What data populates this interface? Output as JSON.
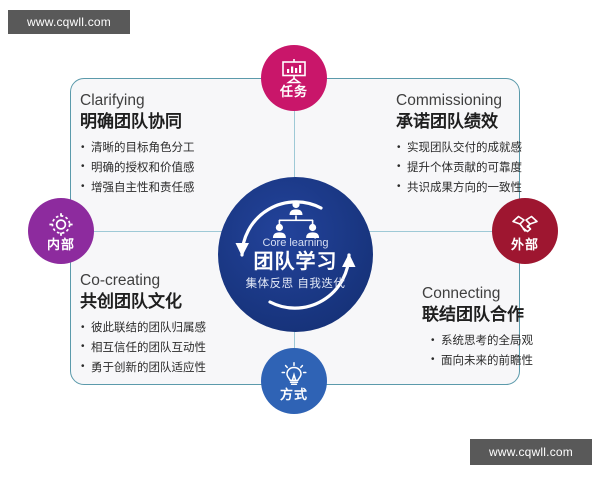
{
  "watermarks": {
    "top": "www.cqwll.com",
    "bottom": "www.cqwll.com"
  },
  "center": {
    "english": "Core learning",
    "chinese": "团队学习",
    "subtitle": "集体反思 自我迭代",
    "icon": "org-chart-icon",
    "color": "#1b3a8f"
  },
  "nodes": [
    {
      "id": "top",
      "label": "任务",
      "icon": "presentation-chart-icon",
      "color": "#c9166a"
    },
    {
      "id": "left",
      "label": "内部",
      "icon": "gear-icon",
      "color": "#8d2b9e"
    },
    {
      "id": "right",
      "label": "外部",
      "icon": "handshake-icon",
      "color": "#9e1630"
    },
    {
      "id": "bottom",
      "label": "方式",
      "icon": "lightbulb-icon",
      "color": "#2f63b5"
    }
  ],
  "quadrants": [
    {
      "id": "top-left",
      "english": "Clarifying",
      "chinese": "明确团队协同",
      "bullets": [
        "清晰的目标角色分工",
        "明确的授权和价值感",
        "增强自主性和责任感"
      ]
    },
    {
      "id": "top-right",
      "english": "Commissioning",
      "chinese": "承诺团队绩效",
      "bullets": [
        "实现团队交付的成就感",
        "提升个体贡献的可靠度",
        "共识成果方向的一致性"
      ]
    },
    {
      "id": "bottom-left",
      "english": "Co-creating",
      "chinese": "共创团队文化",
      "bullets": [
        "彼此联结的团队归属感",
        "相互信任的团队互动性",
        "勇于创新的团队适应性"
      ]
    },
    {
      "id": "bottom-right",
      "english": "Connecting",
      "chinese": "联结团队合作",
      "bullets": [
        "系统思考的全局观",
        "面向未来的前瞻性"
      ]
    }
  ],
  "frame": {
    "border_color": "#5b9aab",
    "background": "#f7f7f9",
    "connector_color": "#9ec9d6"
  }
}
